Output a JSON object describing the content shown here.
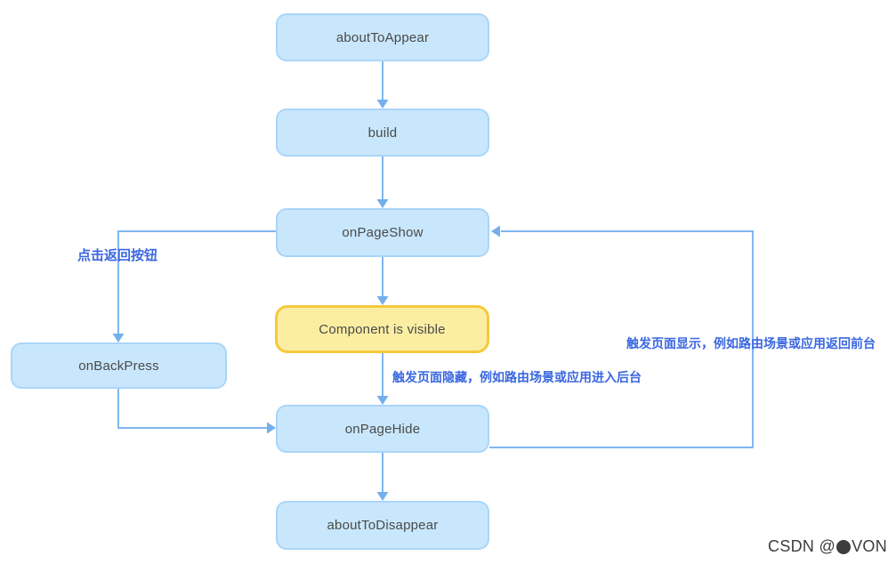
{
  "diagram": {
    "nodes": [
      {
        "id": "aboutToAppear",
        "label": "aboutToAppear",
        "type": "lifecycle-hook"
      },
      {
        "id": "build",
        "label": "build",
        "type": "lifecycle-hook"
      },
      {
        "id": "onPageShow",
        "label": "onPageShow",
        "type": "lifecycle-hook"
      },
      {
        "id": "component-visible",
        "label": "Component is visible",
        "type": "highlighted-state"
      },
      {
        "id": "onPageHide",
        "label": "onPageHide",
        "type": "lifecycle-hook"
      },
      {
        "id": "aboutToDisappear",
        "label": "aboutToDisappear",
        "type": "lifecycle-hook"
      },
      {
        "id": "onBackPress",
        "label": "onBackPress",
        "type": "lifecycle-hook"
      }
    ],
    "edge_labels": {
      "back_press": "点击返回按钮",
      "page_hide": "触发页面隐藏，例如路由场景或应用进入后台",
      "page_show": "触发页面显示，例如路由场景或应用返回前台"
    },
    "colors": {
      "node_fill": "#C9E7FC",
      "node_border": "#A9D5F9",
      "highlight_fill": "#FBEEA3",
      "highlight_border": "#F5C93C",
      "connector": "#7FB6F0",
      "edge_label_text": "#3A67E0",
      "node_text": "#4A4A4A",
      "watermark_text": "#3D3D3D"
    }
  },
  "watermark": {
    "text_before": "CSDN @",
    "text_after": "VON",
    "avatar_icon": "filled-circle"
  }
}
